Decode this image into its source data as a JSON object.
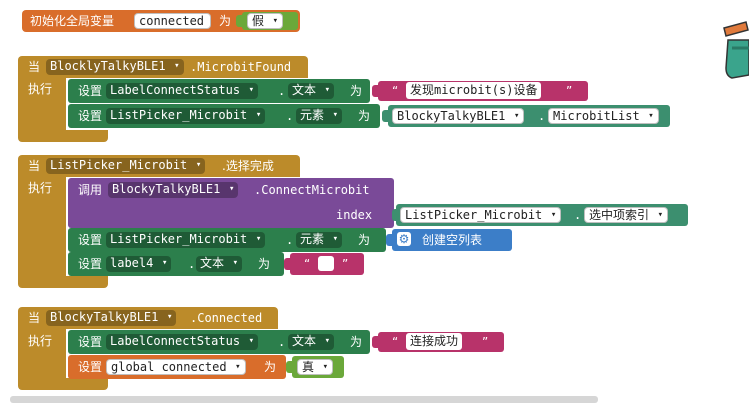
{
  "block1": {
    "init": "初始化全局变量",
    "var": "connected",
    "to": "为",
    "value": "假"
  },
  "block2": {
    "when": "当",
    "component": "BlocklyTalkyBLE1",
    "event": ".MicrobitFound",
    "do": "执行",
    "set1": {
      "set": "设置",
      "component": "LabelConnectStatus",
      "dot": ".",
      "prop": "文本",
      "to": "为",
      "text": "发现microbit(s)设备",
      "q_open": "“",
      "q_close": "”"
    },
    "set2": {
      "set": "设置",
      "component": "ListPicker_Microbit",
      "dot": ".",
      "prop": "元素",
      "to": "为",
      "src_component": "BlockyTalkyBLE1",
      "src_dot": ".",
      "src_prop": "MicrobitList"
    }
  },
  "block3": {
    "when": "当",
    "component": "ListPicker_Microbit",
    "event": ".选择完成",
    "do": "执行",
    "call": {
      "call": "调用",
      "component": "BlockyTalkyBLE1",
      "method": ".ConnectMicrobit",
      "param": "index",
      "arg_component": "ListPicker_Microbit",
      "arg_dot": ".",
      "arg_prop": "选中项索引"
    },
    "set1": {
      "set": "设置",
      "component": "ListPicker_Microbit",
      "dot": ".",
      "prop": "元素",
      "to": "为",
      "value": "创建空列表"
    },
    "set2": {
      "set": "设置",
      "component": "label4",
      "dot": ".",
      "prop": "文本",
      "to": "为",
      "q_open": "“",
      "q_close": "”"
    }
  },
  "block4": {
    "when": "当",
    "component": "BlockyTalkyBLE1",
    "event": ".Connected",
    "do": "执行",
    "set1": {
      "set": "设置",
      "component": "LabelConnectStatus",
      "dot": ".",
      "prop": "文本",
      "to": "为",
      "text": "连接成功",
      "q_open": "“",
      "q_close": "”"
    },
    "set2": {
      "set": "设置",
      "var": "global connected",
      "to": "为",
      "value": "真"
    }
  },
  "icons": {
    "dropdown": "▾",
    "gear": "⚙"
  }
}
